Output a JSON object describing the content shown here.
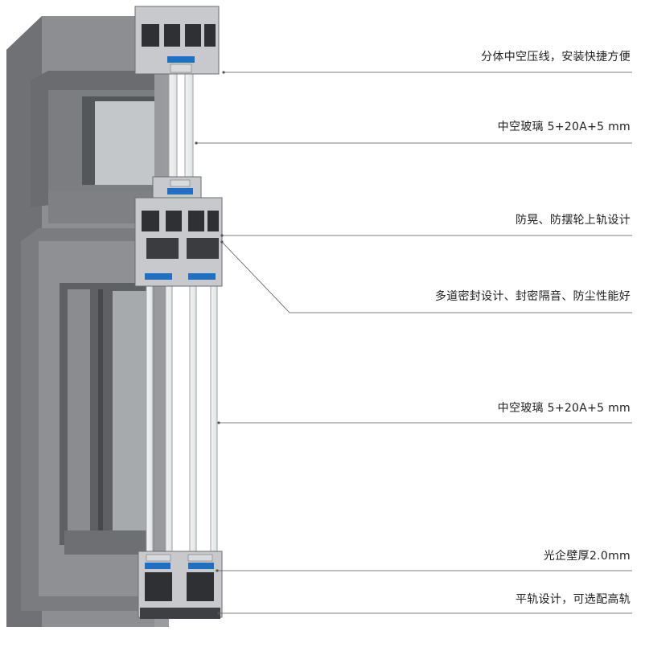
{
  "callouts": [
    {
      "id": "split-bead",
      "text": "分体中空压线，安装快捷方便"
    },
    {
      "id": "glass-top",
      "text": "中空玻璃 5+20A+5 mm"
    },
    {
      "id": "anti-sway",
      "text": "防晃、防摆轮上轨设计"
    },
    {
      "id": "seal",
      "text": "多道密封设计、封密隔音、防尘性能好"
    },
    {
      "id": "glass-bottom",
      "text": "中空玻璃 5+20A+5 mm"
    },
    {
      "id": "wall-thickness",
      "text": "光企壁厚2.0mm"
    },
    {
      "id": "flat-rail",
      "text": "平轨设计，可选配高轨"
    }
  ],
  "colors": {
    "frame_face": "#8a8c8f",
    "frame_dark": "#5f6164",
    "frame_light": "#b4b6b9",
    "profile_section": "#c9cbce",
    "profile_shadow": "#2e3033",
    "gasket_blue": "#1f6fc4",
    "glass": "#e7eaec",
    "leader_line": "#555555"
  }
}
